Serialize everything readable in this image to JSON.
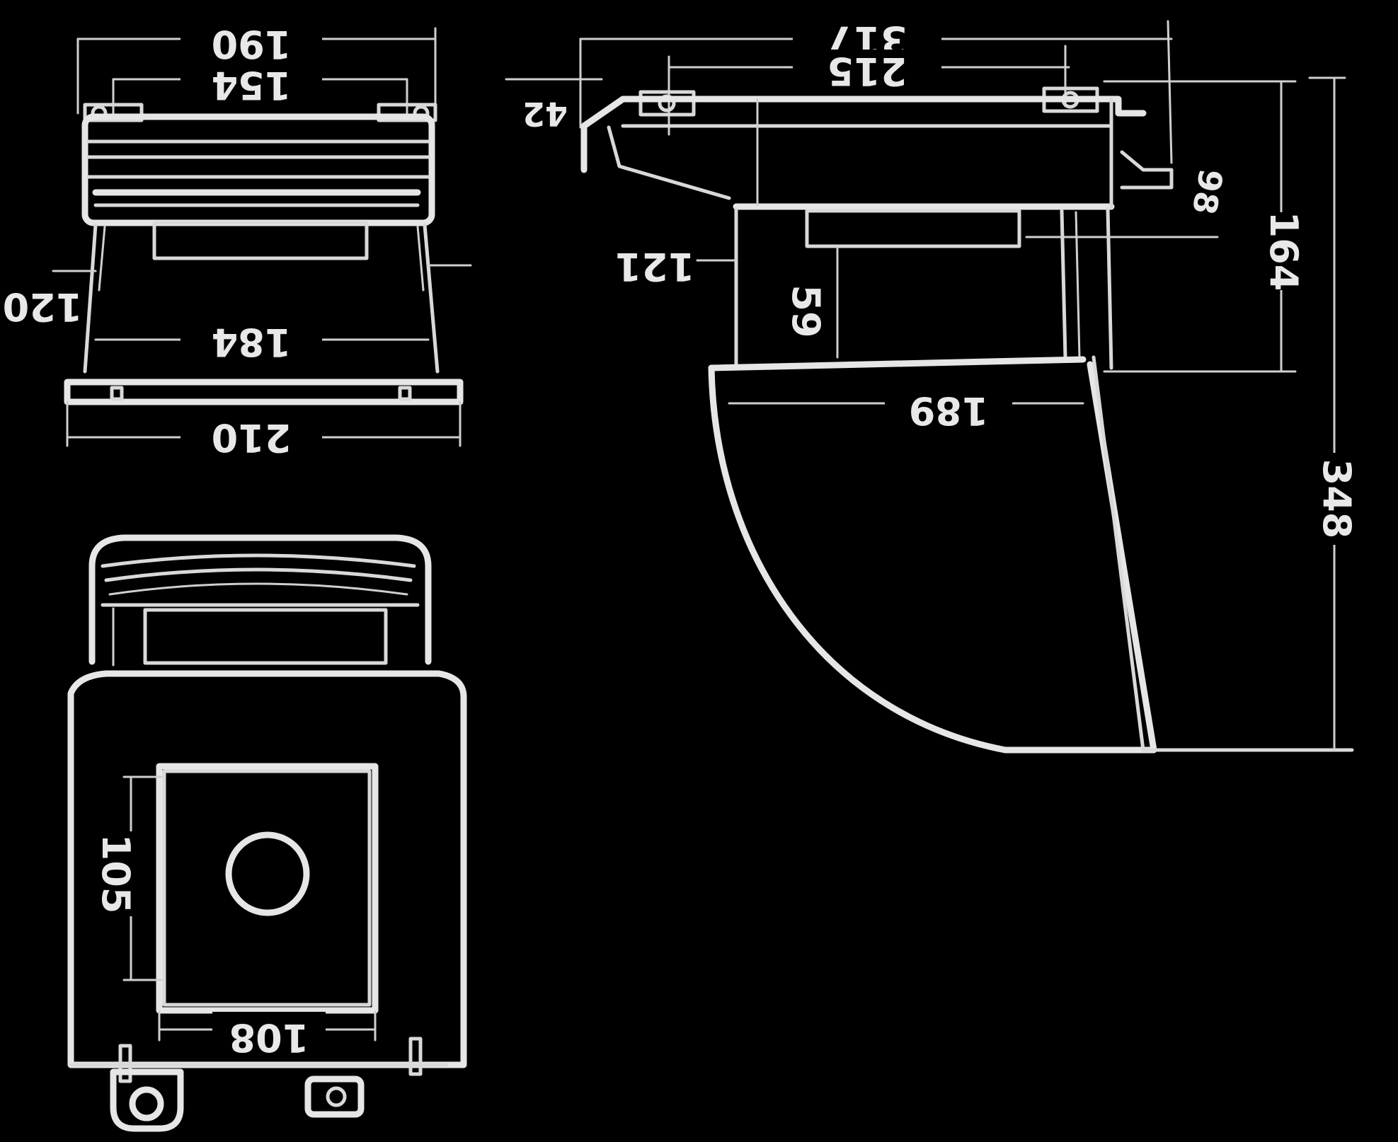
{
  "dimensions": {
    "front_top_width": "190",
    "front_mount_spacing": "154",
    "front_side_offset": "120",
    "front_body_width": "184",
    "front_base_width": "210",
    "side_top_length": "317",
    "side_mount_spacing": "215",
    "side_flange_offset": "42",
    "side_neck_offset": "121",
    "side_neck_height": "59",
    "side_step_height": "98",
    "side_body_height": "164",
    "side_fin_chord": "189",
    "side_total_height": "348",
    "bottom_window_height": "105",
    "bottom_window_width": "108"
  }
}
